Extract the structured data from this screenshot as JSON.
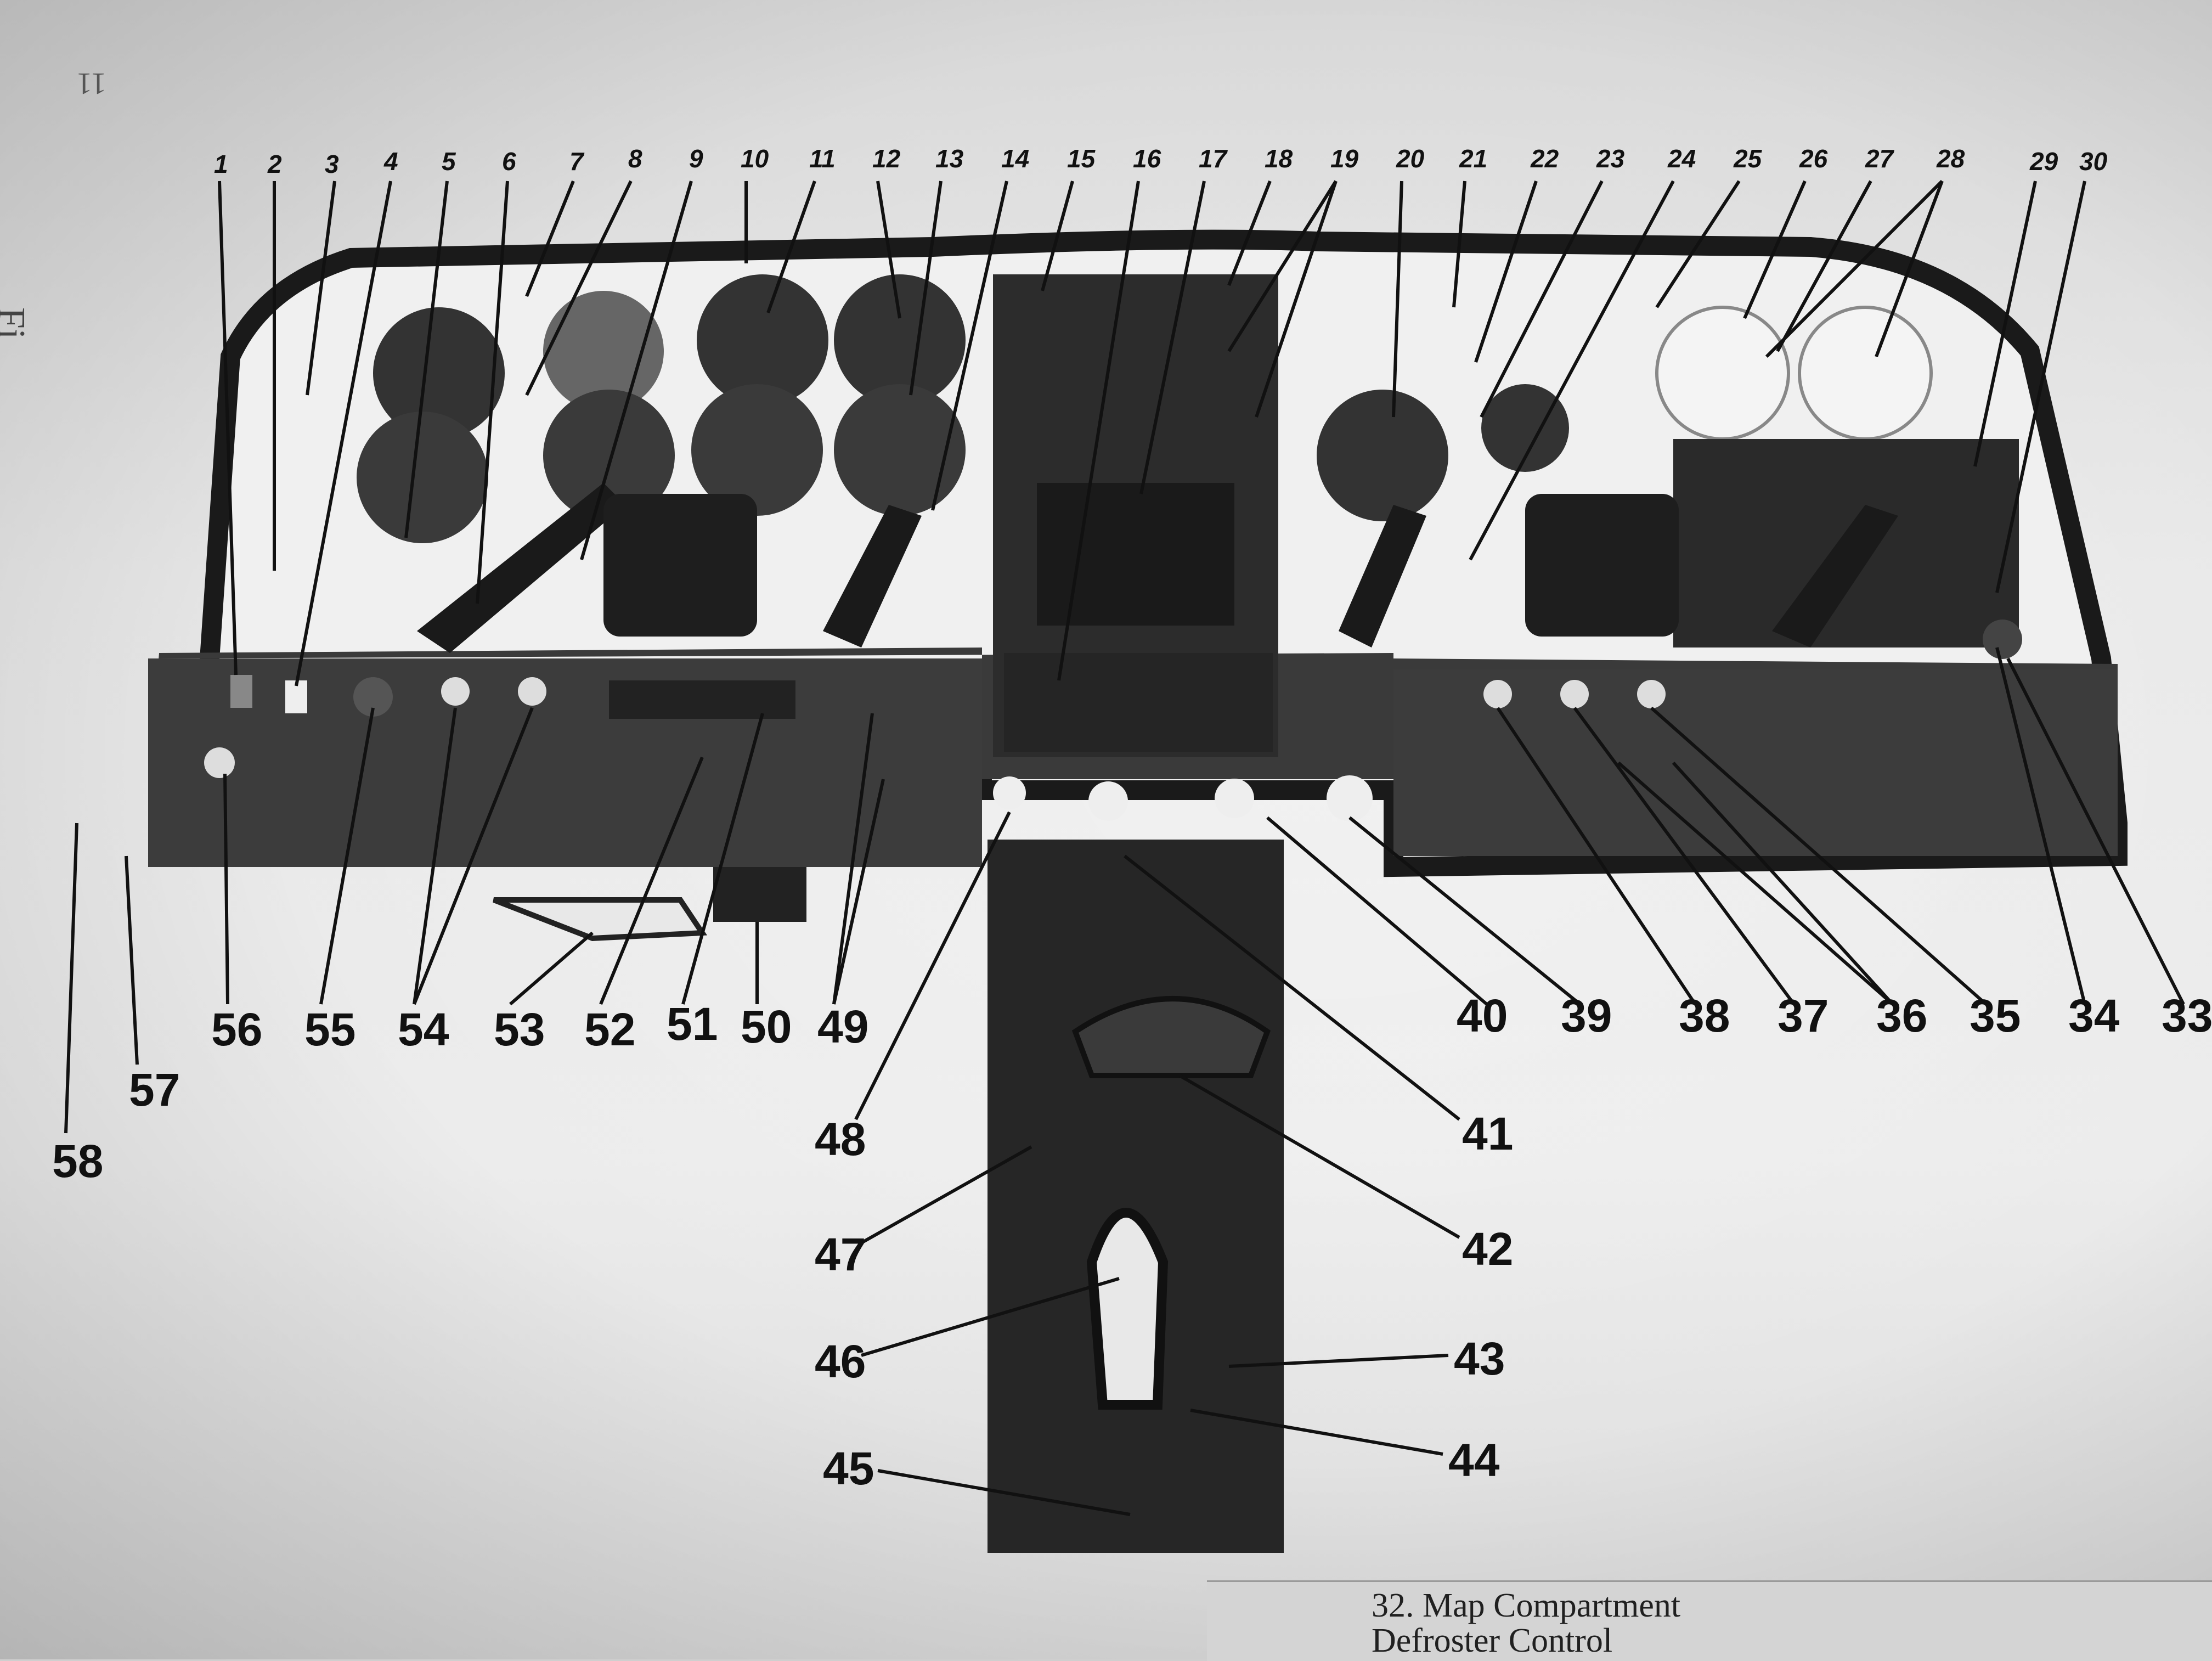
{
  "figure_label": "Fi",
  "page_number": "11",
  "top_labels": [
    "1",
    "2",
    "3",
    "4",
    "5",
    "6",
    "7",
    "8",
    "9",
    "10",
    "11",
    "12",
    "13",
    "14",
    "15",
    "16",
    "17",
    "18",
    "19",
    "20",
    "21",
    "22",
    "23",
    "24",
    "25",
    "26",
    "27",
    "28",
    "29",
    "30"
  ],
  "bottom_labels": [
    "56",
    "55",
    "54",
    "53",
    "52",
    "51",
    "50",
    "49",
    "40",
    "39",
    "38",
    "37",
    "36",
    "35",
    "34",
    "33"
  ],
  "side_labels_left": [
    "58",
    "57"
  ],
  "center_labels_left": [
    "48",
    "47",
    "46",
    "45"
  ],
  "center_labels_right": [
    "41",
    "42",
    "43",
    "44"
  ],
  "legend_lines": [
    "32.   Map Compartment",
    "Defroster Control"
  ],
  "colors": {
    "page": "#e9e9e9",
    "panel": "#2a2a2a",
    "ink": "#111111"
  }
}
